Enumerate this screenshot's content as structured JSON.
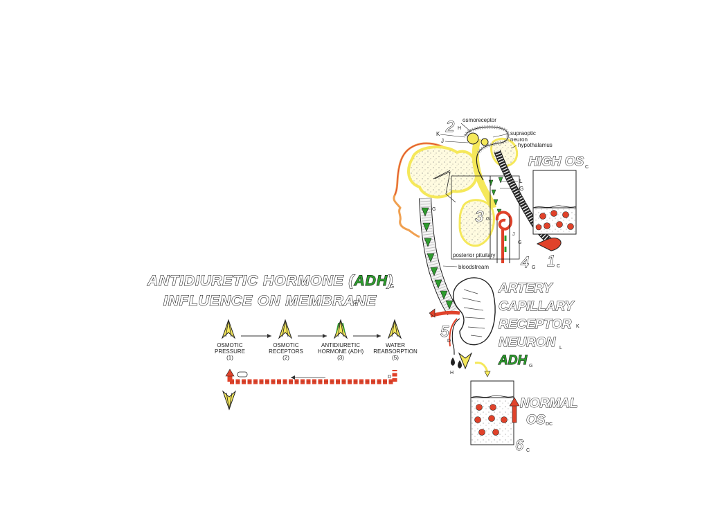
{
  "title": {
    "line1_prefix": "ANTIDIURETIC HORMONE (",
    "line1_adh": "ADH",
    "line1_suffix": ")",
    "line1_mark": "G",
    "line2": "INFLUENCE ON MEMBRANE",
    "line2_mark": "G'"
  },
  "flow": {
    "steps": [
      {
        "line1": "OSMOTIC",
        "line2": "PRESSURE",
        "line3": "(1)"
      },
      {
        "line1": "OSMOTIC",
        "line2": "RECEPTORS",
        "line3": "(2)"
      },
      {
        "line1": "ANTIDIURETIC",
        "line2": "HORMONE (ADH)",
        "line3": "(3)"
      },
      {
        "line1": "WATER",
        "line2": "REABSORPTION",
        "line3": "(5)"
      }
    ],
    "feedback_mark": "D"
  },
  "diagram": {
    "labels": {
      "osmoreceptor": "osmoreceptor",
      "supraoptic": "supraoptic",
      "neuron": "neuron",
      "hypothalamus": "hypothalamus",
      "posterior_pituitary": "posterior pituitary",
      "bloodstream": "bloodstream"
    },
    "letters": {
      "k": "K",
      "j": "J",
      "l": "L",
      "g": "G",
      "i": "I",
      "g2": "G",
      "j2": "J",
      "g3": "G",
      "d": "D",
      "h": "H"
    },
    "numbers": {
      "n2": "2",
      "n3": "3",
      "n4": "4",
      "n1": "1",
      "n5": "5",
      "n6": "6"
    },
    "number_marks": {
      "m2": "H",
      "m3": "G",
      "m4": "G",
      "m1": "C",
      "m5": "D",
      "m6": "C"
    },
    "high_os": "HIGH OS",
    "high_os_mark": "C",
    "normal_line1": "NORMAL",
    "normal_line2": "OS",
    "normal_mark": "DC",
    "legend": {
      "artery": "ARTERY",
      "capillary": "CAPILLARY",
      "receptor": "RECEPTOR",
      "receptor_mark": "K",
      "neuron": "NEURON",
      "neuron_mark": "L",
      "adh": "ADH",
      "adh_mark": "G"
    }
  },
  "colors": {
    "green": "#2e9c2e",
    "yellow": "#f5e85a",
    "red": "#e0422a",
    "orange": "#f0a050"
  }
}
